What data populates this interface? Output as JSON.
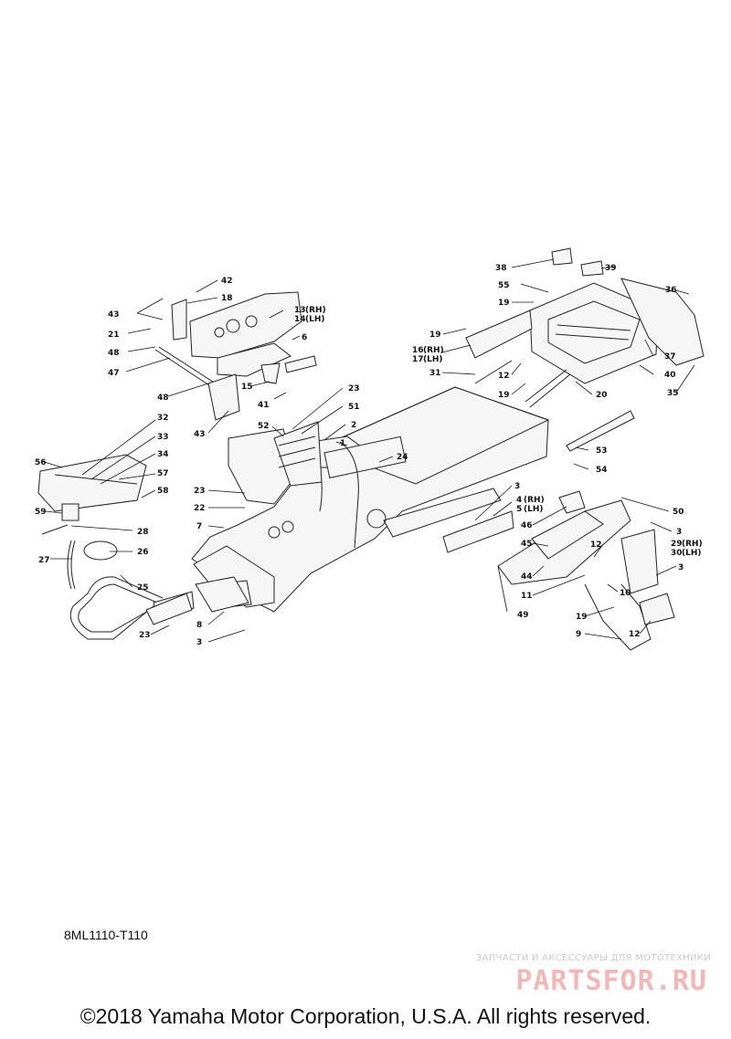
{
  "diagram": {
    "drawing_code": "8ML1110-T110",
    "copyright": "©2018 Yamaha Motor Corporation, U.S.A. All rights reserved.",
    "watermark": {
      "tagline": "ЗАПЧАСТИ И АКСЕССУАРЫ ДЛЯ МОТОТЕХНИКИ",
      "logo": "PARTSFOR.RU"
    },
    "callouts": [
      {
        "id": "c1",
        "text": "1"
      },
      {
        "id": "c2",
        "text": "2"
      },
      {
        "id": "c3a",
        "text": "3"
      },
      {
        "id": "c3b",
        "text": "3"
      },
      {
        "id": "c3c",
        "text": "3"
      },
      {
        "id": "c3d",
        "text": "3"
      },
      {
        "id": "c4",
        "text": "4"
      },
      {
        "id": "c4rh",
        "text": "(RH)"
      },
      {
        "id": "c5",
        "text": "5"
      },
      {
        "id": "c5lh",
        "text": "(LH)"
      },
      {
        "id": "c6",
        "text": "6"
      },
      {
        "id": "c7",
        "text": "7"
      },
      {
        "id": "c8",
        "text": "8"
      },
      {
        "id": "c9",
        "text": "9"
      },
      {
        "id": "c10",
        "text": "10"
      },
      {
        "id": "c11",
        "text": "11"
      },
      {
        "id": "c12a",
        "text": "12"
      },
      {
        "id": "c12b",
        "text": "12"
      },
      {
        "id": "c12c",
        "text": "12"
      },
      {
        "id": "c13",
        "text": "13"
      },
      {
        "id": "c13rh",
        "text": "(RH)"
      },
      {
        "id": "c14",
        "text": "14"
      },
      {
        "id": "c14lh",
        "text": "(LH)"
      },
      {
        "id": "c15",
        "text": "15"
      },
      {
        "id": "c16",
        "text": "16"
      },
      {
        "id": "c16rh",
        "text": "(RH)"
      },
      {
        "id": "c17",
        "text": "17"
      },
      {
        "id": "c17lh",
        "text": "(LH)"
      },
      {
        "id": "c18",
        "text": "18"
      },
      {
        "id": "c19a",
        "text": "19"
      },
      {
        "id": "c19b",
        "text": "19"
      },
      {
        "id": "c19c",
        "text": "19"
      },
      {
        "id": "c19d",
        "text": "19"
      },
      {
        "id": "c20",
        "text": "20"
      },
      {
        "id": "c21",
        "text": "21"
      },
      {
        "id": "c22",
        "text": "22"
      },
      {
        "id": "c23a",
        "text": "23"
      },
      {
        "id": "c23b",
        "text": "23"
      },
      {
        "id": "c23c",
        "text": "23"
      },
      {
        "id": "c24",
        "text": "24"
      },
      {
        "id": "c25",
        "text": "25"
      },
      {
        "id": "c26",
        "text": "26"
      },
      {
        "id": "c27",
        "text": "27"
      },
      {
        "id": "c28",
        "text": "28"
      },
      {
        "id": "c29",
        "text": "29"
      },
      {
        "id": "c29rh",
        "text": "(RH)"
      },
      {
        "id": "c30",
        "text": "30"
      },
      {
        "id": "c30lh",
        "text": "(LH)"
      },
      {
        "id": "c31",
        "text": "31"
      },
      {
        "id": "c32",
        "text": "32"
      },
      {
        "id": "c33",
        "text": "33"
      },
      {
        "id": "c34",
        "text": "34"
      },
      {
        "id": "c35",
        "text": "35"
      },
      {
        "id": "c36",
        "text": "36"
      },
      {
        "id": "c37",
        "text": "37"
      },
      {
        "id": "c38",
        "text": "38"
      },
      {
        "id": "c39",
        "text": "39"
      },
      {
        "id": "c40",
        "text": "40"
      },
      {
        "id": "c41",
        "text": "41"
      },
      {
        "id": "c42",
        "text": "42"
      },
      {
        "id": "c43a",
        "text": "43"
      },
      {
        "id": "c43b",
        "text": "43"
      },
      {
        "id": "c44",
        "text": "44"
      },
      {
        "id": "c45",
        "text": "45"
      },
      {
        "id": "c46",
        "text": "46"
      },
      {
        "id": "c47",
        "text": "47"
      },
      {
        "id": "c48a",
        "text": "48"
      },
      {
        "id": "c48b",
        "text": "48"
      },
      {
        "id": "c49",
        "text": "49"
      },
      {
        "id": "c50",
        "text": "50"
      },
      {
        "id": "c51",
        "text": "51"
      },
      {
        "id": "c52",
        "text": "52"
      },
      {
        "id": "c53",
        "text": "53"
      },
      {
        "id": "c54",
        "text": "54"
      },
      {
        "id": "c55",
        "text": "55"
      },
      {
        "id": "c56",
        "text": "56"
      },
      {
        "id": "c57",
        "text": "57"
      },
      {
        "id": "c58",
        "text": "58"
      },
      {
        "id": "c59",
        "text": "59"
      }
    ]
  }
}
